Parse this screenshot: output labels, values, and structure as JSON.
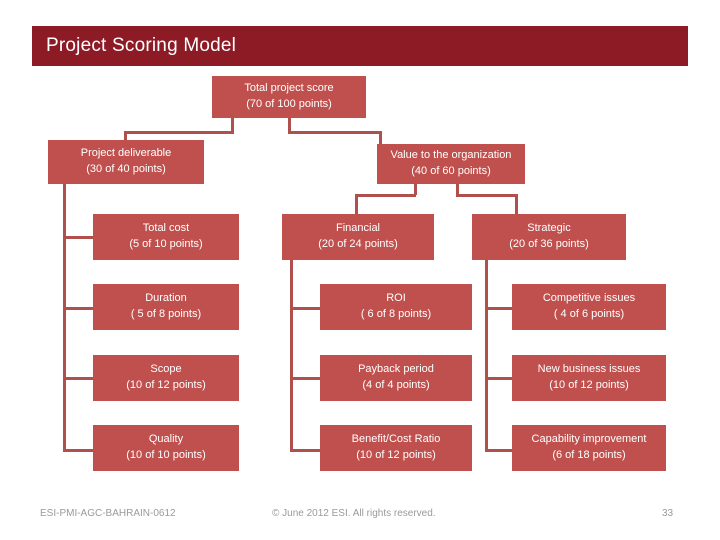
{
  "slide": {
    "title": "Project Scoring Model",
    "colors": {
      "title_bar": "#8C1B26",
      "box_fill": "#C0504D",
      "connector": "#B0504C",
      "box_text": "#FFFFFF",
      "footer_text": "#9A9A9A",
      "background": "#FFFFFF"
    }
  },
  "tree": {
    "root": {
      "label": "Total project score",
      "score": "(70 of 100 points)"
    },
    "branches": [
      {
        "label": "Project deliverable",
        "score": "(30 of 40 points)",
        "children": [
          {
            "label": "Total cost",
            "score": "(5 of 10 points)"
          },
          {
            "label": "Duration",
            "score": "( 5 of 8 points)"
          },
          {
            "label": "Scope",
            "score": "(10 of 12 points)"
          },
          {
            "label": "Quality",
            "score": "(10 of 10 points)"
          }
        ]
      },
      {
        "label": "Value to the organization",
        "score": "(40 of 60 points)",
        "subbranches": [
          {
            "label": "Financial",
            "score": "(20 of 24 points)",
            "children": [
              {
                "label": "ROI",
                "score": "( 6 of 8 points)"
              },
              {
                "label": "Payback period",
                "score": "(4 of 4 points)"
              },
              {
                "label": "Benefit/Cost Ratio",
                "score": "(10 of 12 points)"
              }
            ]
          },
          {
            "label": "Strategic",
            "score": "(20 of 36 points)",
            "children": [
              {
                "label": "Competitive issues",
                "score": "( 4 of 6 points)"
              },
              {
                "label": "New business issues",
                "score": "(10 of 12 points)"
              },
              {
                "label": "Capability improvement",
                "score": "(6 of 18 points)"
              }
            ]
          }
        ]
      }
    ]
  },
  "footer": {
    "code": "ESI-PMI-AGC-BAHRAIN-0612",
    "copyright": "© June 2012 ESI. All rights reserved.",
    "page": "33"
  }
}
